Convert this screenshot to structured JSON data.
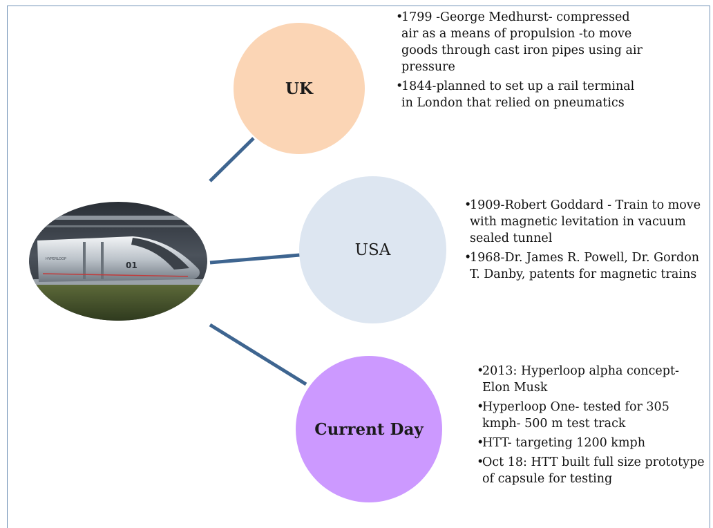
{
  "circles": {
    "uk": {
      "label": "UK"
    },
    "usa": {
      "label": "USA"
    },
    "current": {
      "label": "Current Day"
    }
  },
  "bullets": {
    "uk": [
      "1799 -George Medhurst- compressed air as a means of propulsion -to move goods through cast iron pipes using air pressure",
      "1844-planned to set up a rail terminal in London that relied on pneumatics"
    ],
    "usa": [
      "1909-Robert Goddard - Train to move with magnetic levitation in vacuum sealed tunnel",
      "1968-Dr. James R. Powell,  Dr. Gordon T. Danby, patents for magnetic trains"
    ],
    "current": [
      "2013: Hyperloop alpha concept- Elon Musk",
      "Hyperloop One- tested for 305 kmph- 500 m test track",
      "HTT- targeting 1200 kmph",
      "Oct 18: HTT built full size prototype of capsule for testing"
    ]
  },
  "image": {
    "pod_text": "HYPERLOOP",
    "pod_number": "01"
  },
  "colors": {
    "uk_circle": "#fbd5b5",
    "usa_circle": "#dde6f1",
    "current_circle": "#cc99ff",
    "connector": "#3e6590",
    "frame": "#6d8fb4"
  }
}
